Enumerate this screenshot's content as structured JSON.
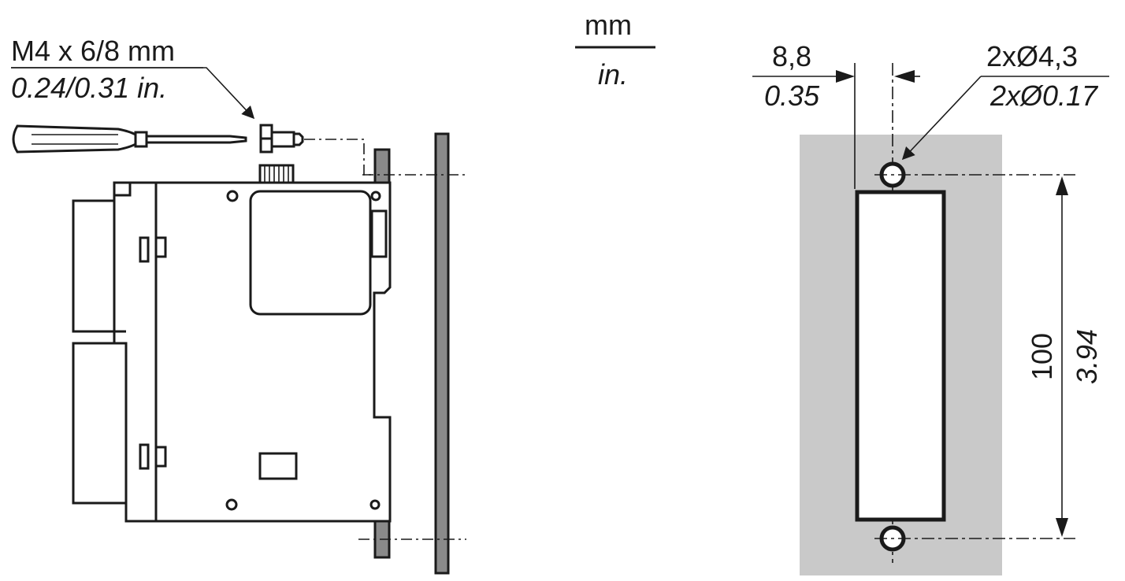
{
  "screw_spec": {
    "metric": "M4 x 6/8 mm",
    "imperial": "0.24/0.31 in."
  },
  "units_legend": {
    "metric_unit": "mm",
    "imperial_unit": "in."
  },
  "offset_dimension": {
    "metric": "8,8",
    "imperial": "0.35"
  },
  "hole_spec": {
    "metric": "2xØ4,3",
    "imperial": "2xØ0.17"
  },
  "spacing_dimension": {
    "metric": "100",
    "imperial": "3.94"
  },
  "colors": {
    "line": "#1a1a1a",
    "panel_fill": "#c9c9c9",
    "plate_fill": "#8a8a8a"
  }
}
